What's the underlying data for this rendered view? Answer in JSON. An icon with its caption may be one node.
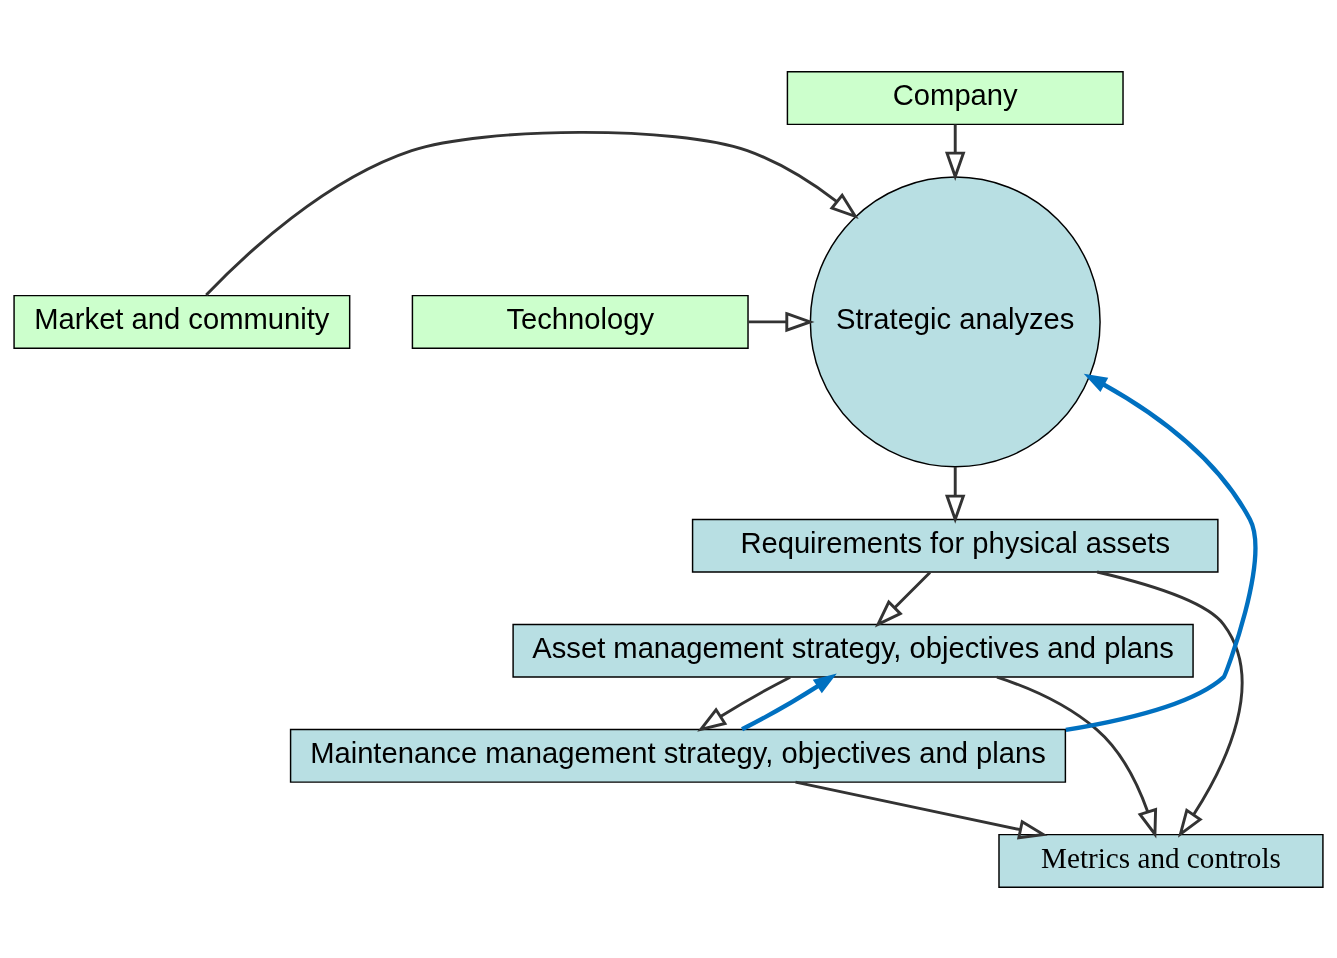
{
  "diagram": {
    "nodes": [
      {
        "text": [
          "Company"
        ]
      },
      {
        "text": [
          "Market and community"
        ]
      },
      {
        "text": [
          "Strategic analyzes"
        ]
      },
      {
        "text": [
          "Technology"
        ]
      },
      {
        "text": [
          "Requirements for physical assets"
        ]
      },
      {
        "text": [
          "Asset management strategy, objectives and plans"
        ]
      },
      {
        "text": [
          "Maintenance management strategy, objectives and plans"
        ]
      },
      {
        "text": [
          "Metrics and controls"
        ]
      }
    ],
    "edges": [
      {
        "from": 0,
        "to": 2,
        "arrow": "to"
      },
      {
        "from": 1,
        "to": 2,
        "arrow": "to"
      },
      {
        "from": 3,
        "to": 2,
        "arrow": "to"
      },
      {
        "from": 2,
        "to": 4,
        "arrow": "to"
      },
      {
        "from": 4,
        "to": 5,
        "arrow": "to"
      },
      {
        "from": 5,
        "to": 6,
        "arrow": "to"
      },
      {
        "from": 4,
        "to": 7,
        "arrow": "to"
      },
      {
        "from": 5,
        "to": 7,
        "arrow": "to"
      },
      {
        "from": 6,
        "to": 7,
        "arrow": "to"
      },
      {
        "from": 6,
        "to": 2,
        "arrow": "to",
        "color": "#0070c0"
      },
      {
        "from": 6,
        "to": 5,
        "arrow": "to",
        "color": "#0070c0"
      }
    ]
  }
}
